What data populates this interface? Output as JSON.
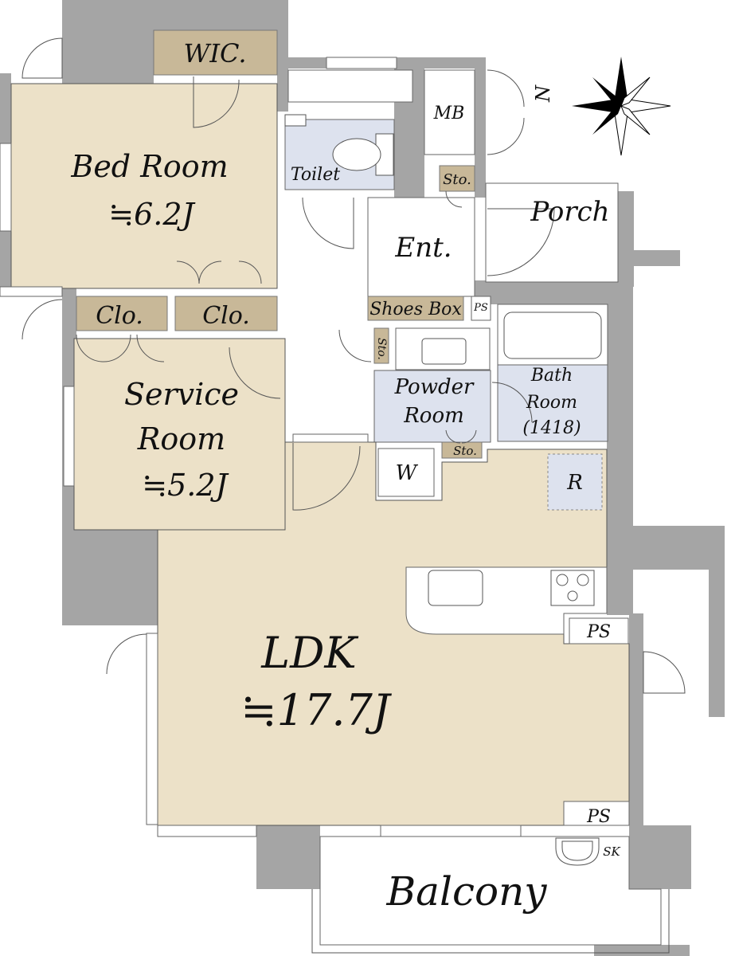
{
  "plan": {
    "compass": {
      "label": "N"
    },
    "rooms": {
      "wic": "WIC.",
      "bedroom_name": "Bed Room",
      "bedroom_size": "≒6.2J",
      "clo1": "Clo.",
      "clo2": "Clo.",
      "service_line1": "Service",
      "service_line2": "Room",
      "service_size": "≒5.2J",
      "toilet": "Toilet",
      "mb": "MB",
      "sto1": "Sto.",
      "porch": "Porch",
      "ent": "Ent.",
      "shoes_box": "Shoes Box",
      "ps1": "PS",
      "sto_vertical": "Sto.",
      "powder_line1": "Powder",
      "powder_line2": "Room",
      "bath_line1": "Bath",
      "bath_line2": "Room",
      "bath_size": "(1418)",
      "sto2": "Sto.",
      "washer": "W",
      "fridge": "R",
      "ldk_name": "LDK",
      "ldk_size": "≒17.7J",
      "ps2": "PS",
      "ps3": "PS",
      "sk": "SK",
      "balcony": "Balcony"
    }
  }
}
